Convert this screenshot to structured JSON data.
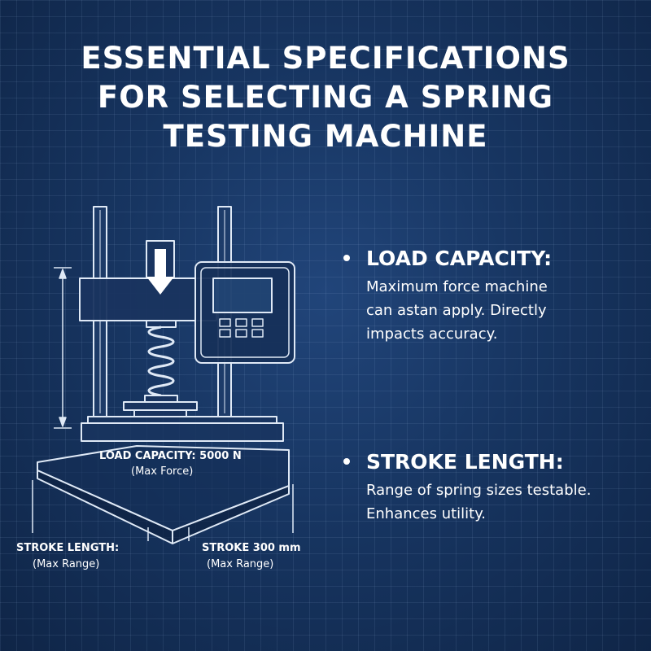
{
  "title": {
    "line1": "ESSENTIAL SPECIFICATIONS",
    "line2": "FOR SELECTING A SPRING",
    "line3": "TESTING MACHINE"
  },
  "specs": [
    {
      "heading": "LOAD CAPACITY:",
      "line1": "Maximum force machine",
      "line2": "can astan apply. Directly",
      "line3": "impacts accuracy."
    },
    {
      "heading": "STROKE LENGTH:",
      "line1": "Range of spring sizes testable.",
      "line2": "Enhances utility."
    }
  ],
  "diagram_labels": {
    "load_capacity": "LOAD CAPACITY: 5000 N",
    "load_capacity_sub": "(Max Force)",
    "stroke_left": "STROKE LENGTH:",
    "stroke_left_sub": "(Max Range)",
    "stroke_right": "STROKE  300 mm",
    "stroke_right_sub": "(Max Range)"
  },
  "colors": {
    "background": "#173561",
    "line": "#dfe9f6",
    "text": "#ffffff"
  }
}
